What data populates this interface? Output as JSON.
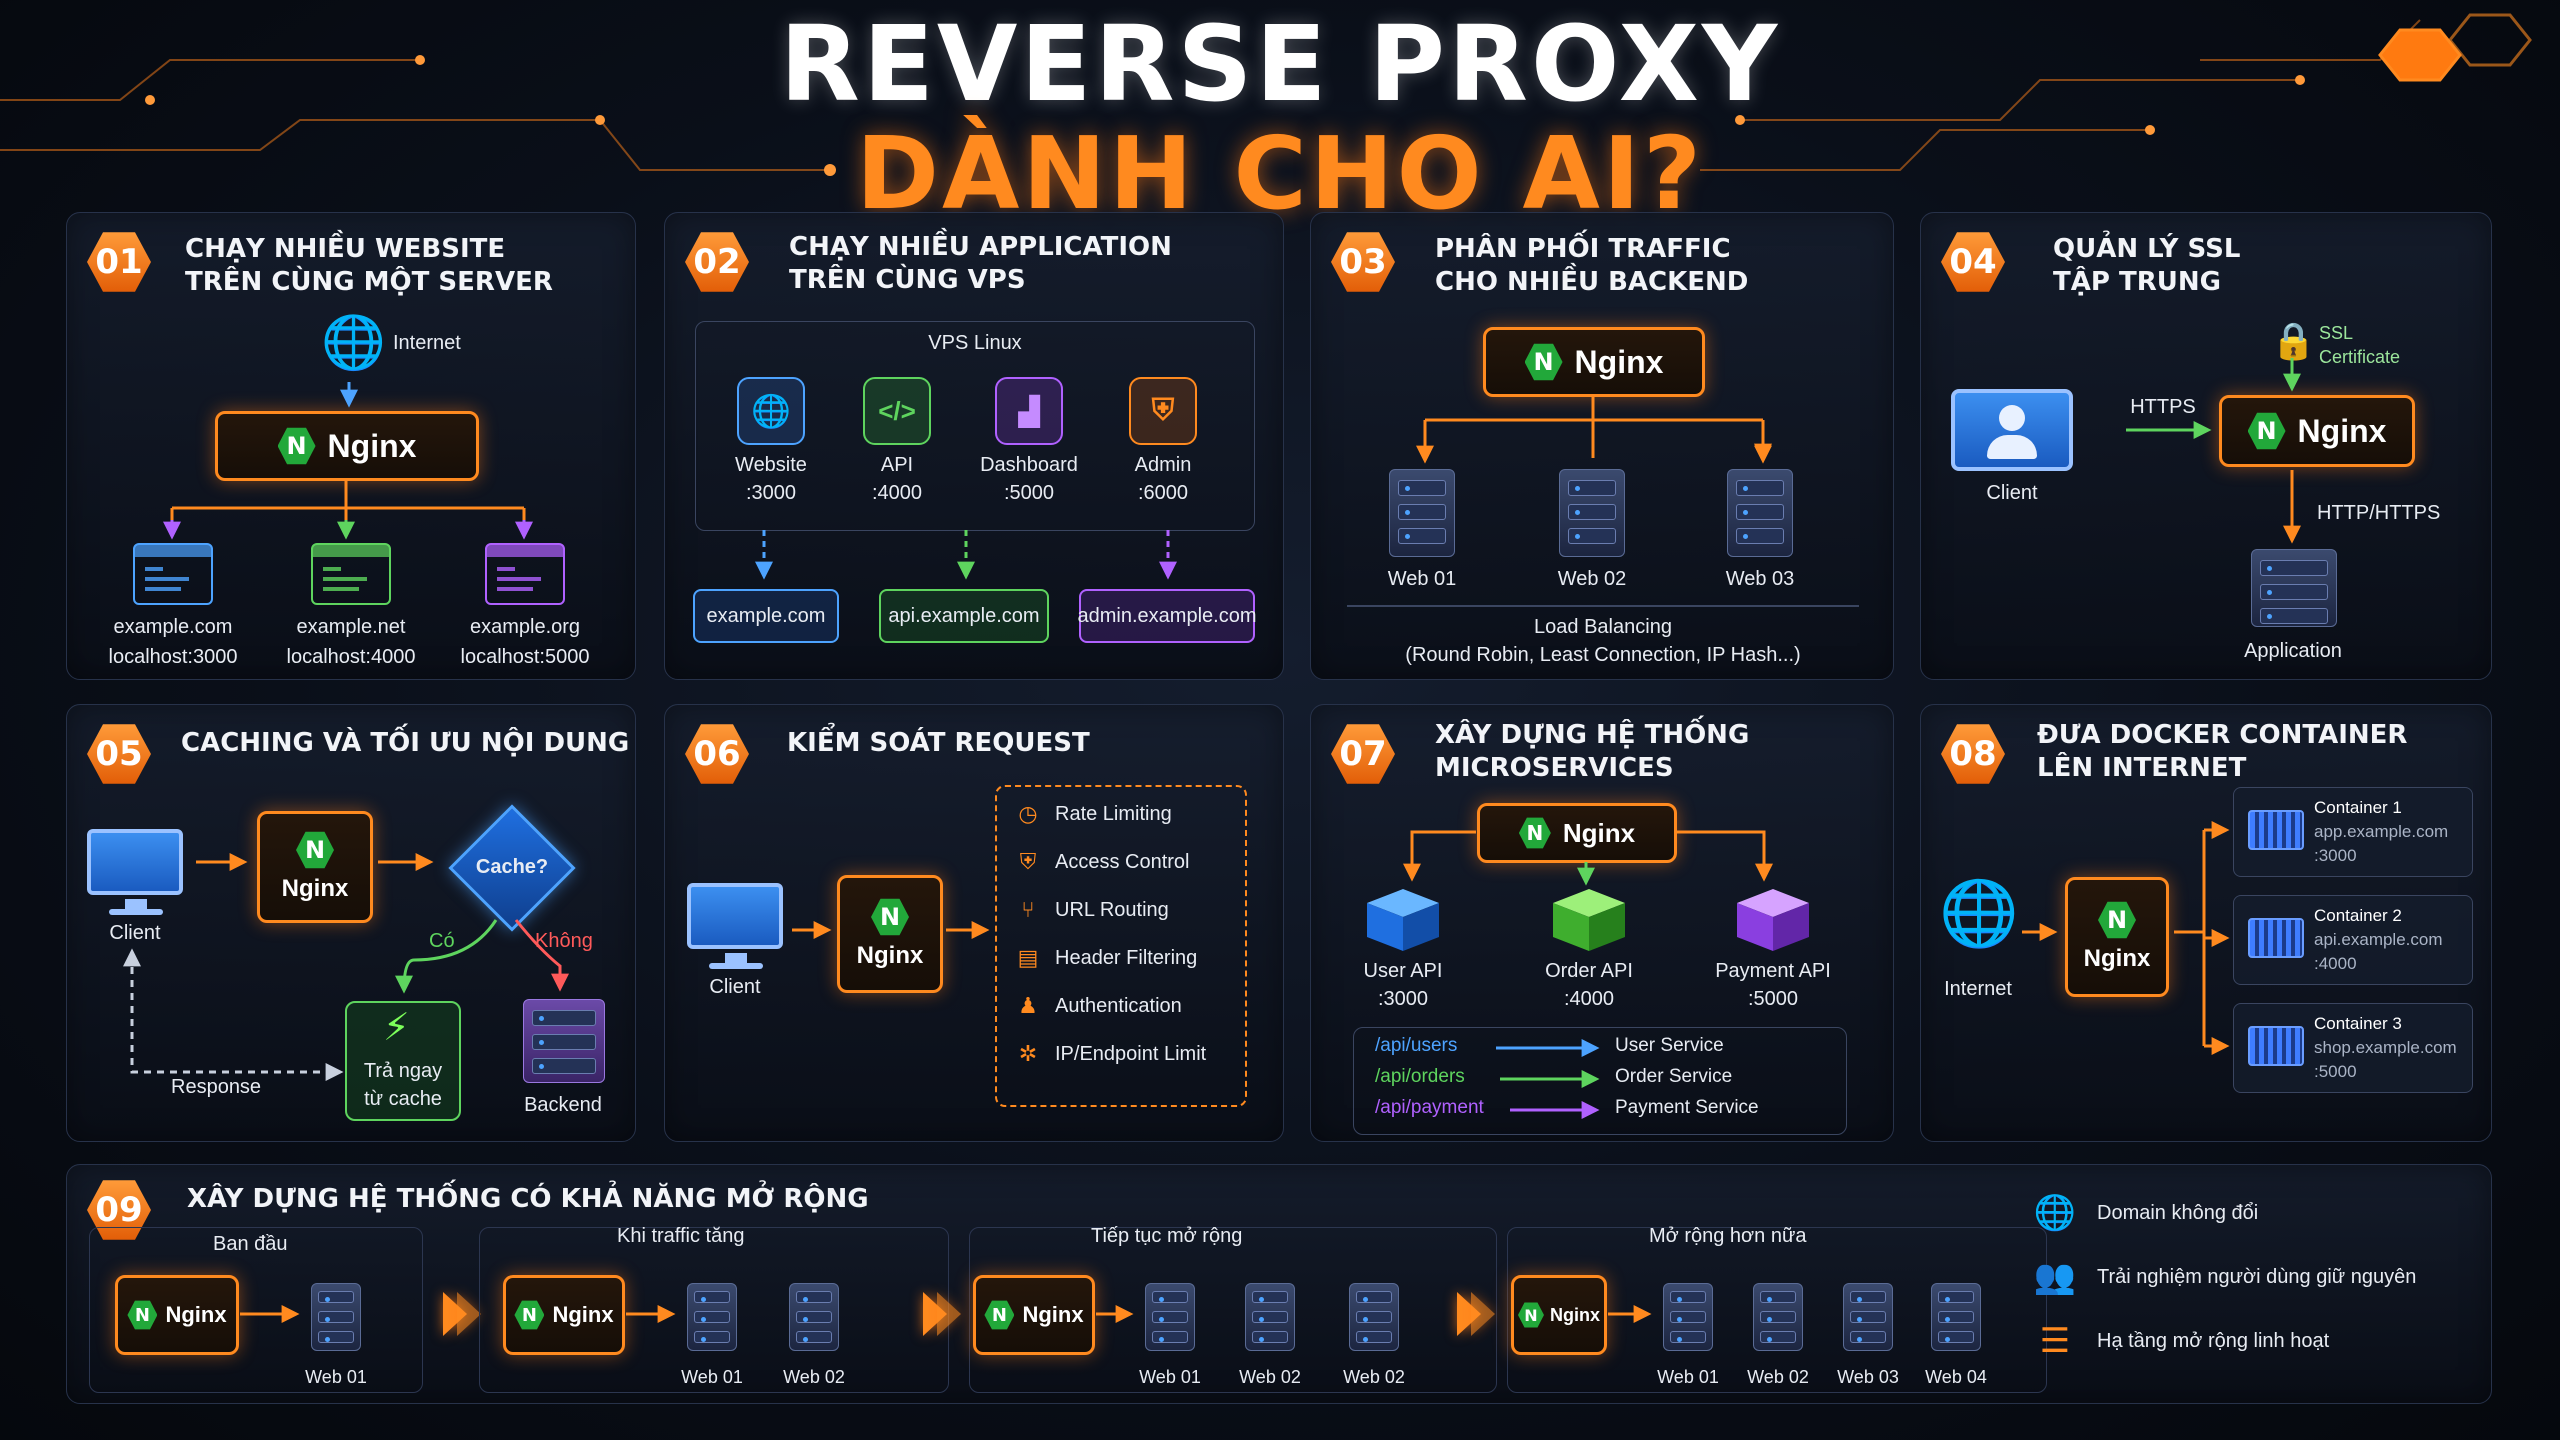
{
  "title": {
    "line1": "REVERSE PROXY",
    "line2": "DÀNH CHO AI?"
  },
  "nginx_label": "Nginx",
  "nginx_glyph": "N",
  "colors": {
    "accent": "#ff8a1f",
    "blue": "#4da3ff",
    "green": "#5ed45e",
    "purple": "#b061ff",
    "nginx_green": "#22a83a"
  },
  "p1": {
    "number": "01",
    "title": "CHẠY NHIỀU WEBSITE\nTRÊN CÙNG MỘT SERVER",
    "internet": "Internet",
    "sites": [
      {
        "domain": "example.com",
        "port": "localhost:3000"
      },
      {
        "domain": "example.net",
        "port": "localhost:4000"
      },
      {
        "domain": "example.org",
        "port": "localhost:5000"
      }
    ]
  },
  "p2": {
    "number": "02",
    "title": "CHẠY NHIỀU APPLICATION\nTRÊN CÙNG VPS",
    "vps": "VPS Linux",
    "apps": [
      {
        "name": "Website",
        "port": ":3000"
      },
      {
        "name": "API",
        "port": ":4000"
      },
      {
        "name": "Dashboard",
        "port": ":5000"
      },
      {
        "name": "Admin",
        "port": ":6000"
      }
    ],
    "domains": [
      "example.com",
      "api.example.com",
      "admin.example.com"
    ]
  },
  "p3": {
    "number": "03",
    "title": "PHÂN PHỐI TRAFFIC\nCHO NHIỀU BACKEND",
    "servers": [
      "Web 01",
      "Web 02",
      "Web 03"
    ],
    "lb": "Load Balancing",
    "lb_methods": "(Round Robin, Least Connection, IP Hash...)"
  },
  "p4": {
    "number": "04",
    "title": "QUẢN LÝ SSL\nTẬP TRUNG",
    "client": "Client",
    "https": "HTTPS",
    "ssl": "SSL\nCertificate",
    "http_https": "HTTP/HTTPS",
    "application": "Application"
  },
  "p5": {
    "number": "05",
    "title": "CACHING VÀ TỐI ƯU NỘI DUNG",
    "client": "Client",
    "cache": "Cache?",
    "yes": "Có",
    "no": "Không",
    "response": "Response",
    "from_cache": "Trả ngay\ntừ cache",
    "backend": "Backend"
  },
  "p6": {
    "number": "06",
    "title": "KIỂM SOÁT REQUEST",
    "client": "Client",
    "features": [
      {
        "icon": "clock-icon",
        "label": "Rate Limiting"
      },
      {
        "icon": "shield-icon",
        "label": "Access Control"
      },
      {
        "icon": "routing-icon",
        "label": "URL Routing"
      },
      {
        "icon": "document-icon",
        "label": "Header Filtering"
      },
      {
        "icon": "user-lock-icon",
        "label": "Authentication"
      },
      {
        "icon": "network-icon",
        "label": "IP/Endpoint Limit"
      }
    ]
  },
  "p7": {
    "number": "07",
    "title": "XÂY DỰNG HỆ THỐNG\nMICROSERVICES",
    "services": [
      {
        "name": "User API",
        "port": ":3000"
      },
      {
        "name": "Order API",
        "port": ":4000"
      },
      {
        "name": "Payment API",
        "port": ":5000"
      }
    ],
    "routes": [
      {
        "path": "/api/users",
        "target": "User Service"
      },
      {
        "path": "/api/orders",
        "target": "Order Service"
      },
      {
        "path": "/api/payment",
        "target": "Payment Service"
      }
    ]
  },
  "p8": {
    "number": "08",
    "title": "ĐƯA DOCKER CONTAINER\nLÊN INTERNET",
    "internet": "Internet",
    "containers": [
      {
        "name": "Container 1",
        "domain": "app.example.com",
        "port": ":3000"
      },
      {
        "name": "Container 2",
        "domain": "api.example.com",
        "port": ":4000"
      },
      {
        "name": "Container 3",
        "domain": "shop.example.com",
        "port": ":5000"
      }
    ]
  },
  "p9": {
    "number": "09",
    "title": "XÂY DỰNG HỆ THỐNG CÓ KHẢ NĂNG MỞ RỘNG",
    "stages": [
      {
        "label": "Ban đầu",
        "servers": [
          "Web 01"
        ]
      },
      {
        "label": "Khi traffic tăng",
        "servers": [
          "Web 01",
          "Web 02"
        ]
      },
      {
        "label": "Tiếp tục mở rộng",
        "servers": [
          "Web 01",
          "Web 02",
          "Web 02"
        ]
      },
      {
        "label": "Mở rộng hơn nữa",
        "servers": [
          "Web 01",
          "Web 02",
          "Web 03",
          "Web 04"
        ]
      }
    ],
    "benefits": [
      {
        "icon": "globe-icon",
        "label": "Domain không đổi"
      },
      {
        "icon": "users-icon",
        "label": "Trải nghiệm người dùng giữ nguyên"
      },
      {
        "icon": "layers-icon",
        "label": "Hạ tầng mở rộng linh hoạt"
      }
    ]
  }
}
